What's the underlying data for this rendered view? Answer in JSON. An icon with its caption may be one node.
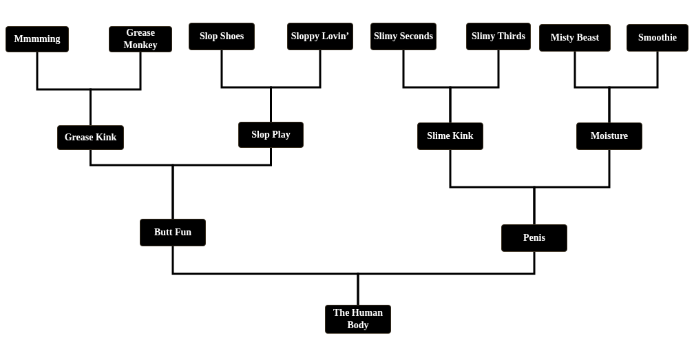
{
  "diagram": {
    "nodes": [
      {
        "text": [
          "Mmmming"
        ]
      },
      {
        "text": [
          "Grease Monkey"
        ]
      },
      {
        "text": [
          "Slop Shoes"
        ]
      },
      {
        "text": [
          "Sloppy Lovin’"
        ]
      },
      {
        "text": [
          "Slimy Seconds"
        ]
      },
      {
        "text": [
          "Slimy Thirds"
        ]
      },
      {
        "text": [
          "Misty Beast"
        ]
      },
      {
        "text": [
          "Smoothie"
        ]
      },
      {
        "text": [
          "Grease Kink"
        ]
      },
      {
        "text": [
          "Slop Play"
        ]
      },
      {
        "text": [
          "Slime Kink"
        ]
      },
      {
        "text": [
          "Moisture"
        ]
      },
      {
        "text": [
          "Butt Fun"
        ]
      },
      {
        "text": [
          "Penis"
        ]
      },
      {
        "text": [
          "The Human Body"
        ]
      }
    ],
    "edges": [
      {
        "from": 0,
        "to": 8,
        "arrow": "none"
      },
      {
        "from": 1,
        "to": 8,
        "arrow": "none"
      },
      {
        "from": 2,
        "to": 9,
        "arrow": "none"
      },
      {
        "from": 3,
        "to": 9,
        "arrow": "none"
      },
      {
        "from": 4,
        "to": 10,
        "arrow": "none"
      },
      {
        "from": 5,
        "to": 10,
        "arrow": "none"
      },
      {
        "from": 6,
        "to": 11,
        "arrow": "none"
      },
      {
        "from": 7,
        "to": 11,
        "arrow": "none"
      },
      {
        "from": 8,
        "to": 12,
        "arrow": "none"
      },
      {
        "from": 9,
        "to": 12,
        "arrow": "none"
      },
      {
        "from": 10,
        "to": 13,
        "arrow": "none"
      },
      {
        "from": 11,
        "to": 13,
        "arrow": "none"
      },
      {
        "from": 12,
        "to": 14,
        "arrow": "none"
      },
      {
        "from": 13,
        "to": 14,
        "arrow": "none"
      }
    ]
  }
}
